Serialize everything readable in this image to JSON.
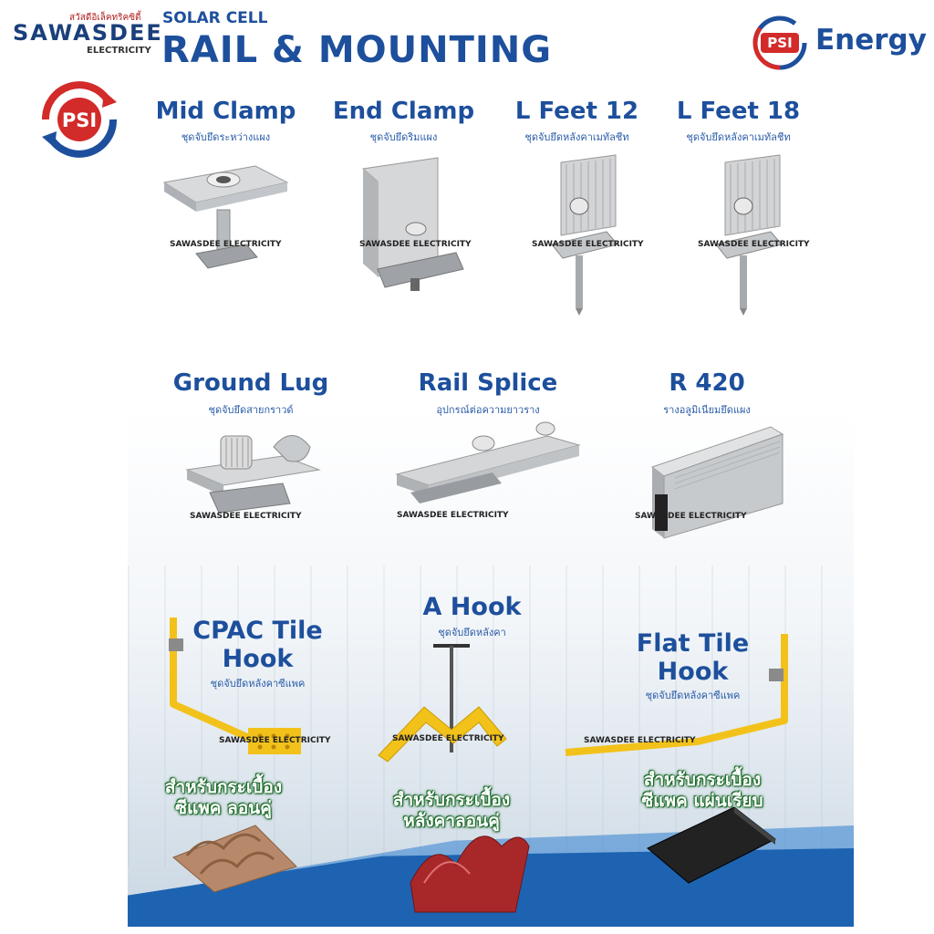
{
  "brand": {
    "thai_name": "สวัสดีอิเล็คทริคซิตี้",
    "name": "SAWASDEE",
    "sub": "ELECTRICITY",
    "psi_badge": "PSI",
    "energy": "Energy"
  },
  "header": {
    "small": "SOLAR CELL",
    "title": "RAIL & MOUNTING"
  },
  "watermark": "SAWASDEE   ELECTRICITY",
  "products": [
    {
      "name": "Mid Clamp",
      "sub": "ชุดจับยึดระหว่างแผง"
    },
    {
      "name": "End Clamp",
      "sub": "ชุดจับยึดริมแผง"
    },
    {
      "name": "L Feet 12",
      "sub": "ชุดจับยึดหลังคาเมทัลชีท"
    },
    {
      "name": "L Feet 18",
      "sub": "ชุดจับยึดหลังคาเมทัลชีท"
    },
    {
      "name": "Ground Lug",
      "sub": "ชุดจับยึดสายกราวด์"
    },
    {
      "name": "Rail Splice",
      "sub": "อุปกรณ์ต่อความยาวราง"
    },
    {
      "name": "R 420",
      "sub": "รางอลูมิเนียมยึดแผง"
    },
    {
      "name_line1": "CPAC Tile",
      "name_line2": "Hook",
      "sub": "ชุดจับยึดหลังคาซีแพค"
    },
    {
      "name": "A Hook",
      "sub": "ชุดจับยึดหลังคา"
    },
    {
      "name_line1": "Flat Tile",
      "name_line2": "Hook",
      "sub": "ชุดจับยึดหลังคาซีแพค"
    }
  ],
  "captions": [
    {
      "line1": "สำหรับกระเบื้อง",
      "line2": "ซีแพค ลอนคู่"
    },
    {
      "line1": "สำหรับกระเบื้อง",
      "line2": "หลังคาลอนคู่"
    },
    {
      "line1": "สำหรับกระเบื้อง",
      "line2": "ซีแพค แผ่นเรียบ"
    }
  ],
  "colors": {
    "primary_blue": "#1d4f9c",
    "brand_red": "#d32a2a",
    "hook_yellow": "#f2c21b",
    "caption_green": "#1c6b2a"
  }
}
